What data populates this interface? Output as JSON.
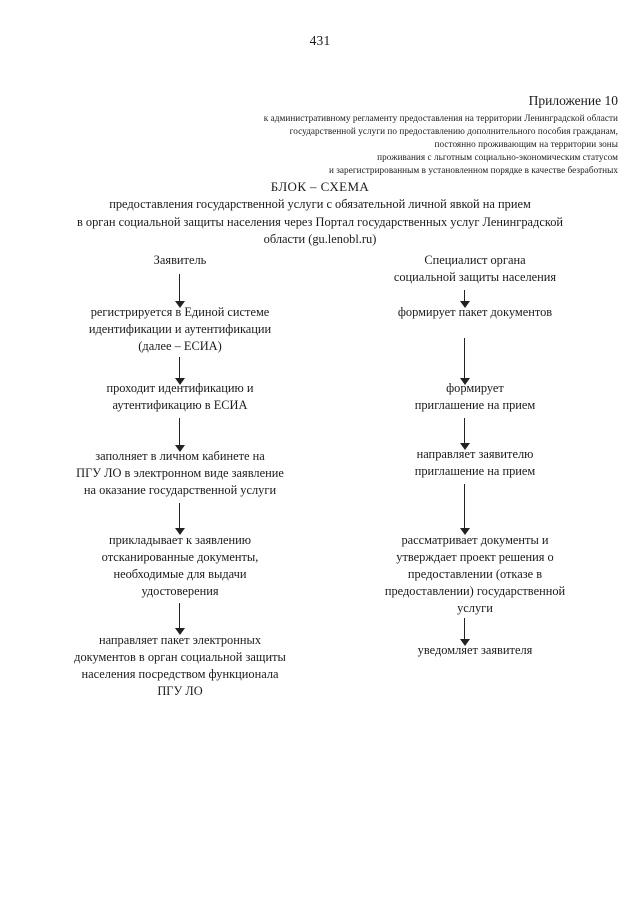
{
  "document": {
    "page_number": "431",
    "appendix": {
      "title": "Приложение 10",
      "lines": [
        "к административному регламенту предоставления на территории Ленинградской области",
        "государственной услуги  по предоставлению  дополнительного пособия гражданам,",
        "постоянно проживающим на территории зоны",
        "проживания с льготным социально-экономическим статусом",
        "и зарегистрированным в установленном порядке в качестве безработных"
      ]
    },
    "title": {
      "heading": "БЛОК – СХЕМА",
      "subtitle_lines": [
        "предоставления государственной услуги с  обязательной личной явкой на прием",
        "в орган социальной защиты населения через Портал государственных услуг Ленинградской",
        "области (gu.lenobl.ru)"
      ]
    }
  },
  "flowchart": {
    "type": "flowchart",
    "columns": [
      {
        "id": "applicant",
        "header": [
          "Заявитель"
        ],
        "steps": [
          {
            "id": "applicant-step-1",
            "lines": [
              "регистрируется в Единой системе",
              "идентификации и аутентификации",
              "(далее – ЕСИА)"
            ]
          },
          {
            "id": "applicant-step-2",
            "lines": [
              "проходит идентификацию и",
              "аутентификацию в ЕСИА"
            ]
          },
          {
            "id": "applicant-step-3",
            "lines": [
              "заполняет в личном кабинете на",
              "ПГУ ЛО в электронном виде заявление",
              "на оказание государственной услуги"
            ]
          },
          {
            "id": "applicant-step-4",
            "lines": [
              "прикладывает  к заявлению",
              "отсканированные документы,",
              "необходимые для выдачи",
              "удостоверения"
            ]
          },
          {
            "id": "applicant-step-5",
            "lines": [
              "направляет пакет электронных",
              "документов в орган социальной защиты",
              "населения посредством функционала",
              "ПГУ ЛО"
            ]
          }
        ]
      },
      {
        "id": "specialist",
        "header": [
          "Специалист органа",
          "социальной защиты населения"
        ],
        "steps": [
          {
            "id": "specialist-step-1",
            "lines": [
              "формирует пакет документов"
            ]
          },
          {
            "id": "specialist-step-2",
            "lines": [
              "формирует",
              "приглашение на прием"
            ]
          },
          {
            "id": "specialist-step-3",
            "lines": [
              "направляет заявителю",
              "приглашение на прием"
            ]
          },
          {
            "id": "specialist-step-4",
            "lines": [
              "рассматривает документы и",
              "утверждает проект решения о",
              "предоставлении (отказе в",
              "предоставлении) государственной",
              "услуги"
            ]
          },
          {
            "id": "specialist-step-5",
            "lines": [
              "уведомляет заявителя"
            ]
          }
        ]
      }
    ]
  }
}
